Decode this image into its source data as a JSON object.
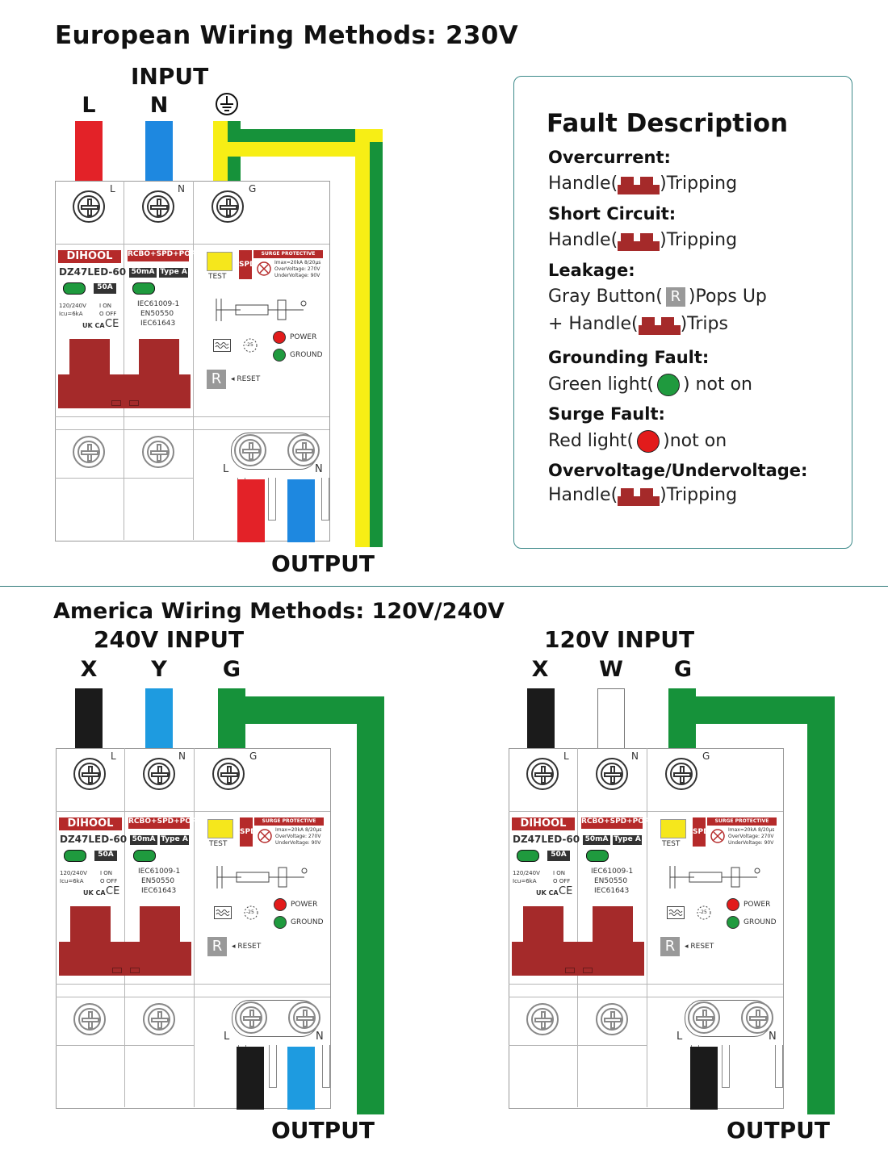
{
  "european": {
    "title": "European Wiring Methods: 230V",
    "input_label": "INPUT",
    "wire_L": "L",
    "wire_N": "N",
    "output_label": "OUTPUT",
    "colors": {
      "live": "#e32228",
      "neutral": "#1e88e0",
      "earth_green": "#16923a",
      "earth_yellow": "#f7ee15"
    }
  },
  "america": {
    "title": "America Wiring Methods: 120V/240V",
    "input_240_label": "240V INPUT",
    "input_120_label": "120V INPUT",
    "wire_X": "X",
    "wire_Y": "Y",
    "wire_W": "W",
    "wire_G": "G",
    "output_label": "OUTPUT",
    "colors": {
      "black": "#1b1b1b",
      "blue": "#1e9be0",
      "white": "#ffffff",
      "ground": "#16923a"
    }
  },
  "breaker": {
    "term_L": "L",
    "term_N": "N",
    "term_G": "G",
    "brand": "DIHOOL",
    "model": "DZ47LED-60",
    "tag": "RCBO+SPD+POP",
    "leak": "50mA",
    "type": "Type A",
    "current": "50A",
    "voltage": "120/240V",
    "icu": "Icu=6kA",
    "on": "I ON",
    "off": "O OFF",
    "std1": "IEC61009-1",
    "std2": "EN50550",
    "std3": "IEC61643",
    "cert_uk": "UK CA",
    "cert_ce": "CE",
    "test": "TEST",
    "spd": "SPD",
    "spd_title": "SURGE PROTECTIVE DEVICE",
    "spd_l1": "Imax=20kA 8/20μs",
    "spd_l2": "OverVoltage: 270V",
    "spd_l3": "UnderVoltage: 90V",
    "power": "POWER",
    "ground": "GROUND",
    "reset": "RESET",
    "r": "R",
    "temp": "-25",
    "out_L": "L",
    "out_N": "N"
  },
  "fault": {
    "title": "Fault Description",
    "items": [
      {
        "heading": "Overcurrent:",
        "pre": "Handle(",
        "post": ")Tripping"
      },
      {
        "heading": "Short Circuit:",
        "pre": "Handle(",
        "post": ")Tripping"
      },
      {
        "heading": "Leakage:",
        "pre": "Gray Button(",
        "post": ")Pops Up",
        "pre2": "+ Handle(",
        "post2": ")Trips"
      },
      {
        "heading": "Grounding Fault:",
        "pre": "Green light(",
        "post": ") not on"
      },
      {
        "heading": "Surge Fault:",
        "pre": "Red light(",
        "post": ")not on"
      },
      {
        "heading": "Overvoltage/Undervoltage:",
        "pre": "Handle(",
        "post": ")Tripping"
      }
    ],
    "r_icon": "R",
    "colors": {
      "handle": "#a52a2a",
      "green": "#1f9a3e",
      "red": "#e21b1b",
      "border": "#3d8a8a"
    }
  },
  "icons": {
    "earth": "earth-ground-icon",
    "handle": "breaker-handle-icon"
  }
}
